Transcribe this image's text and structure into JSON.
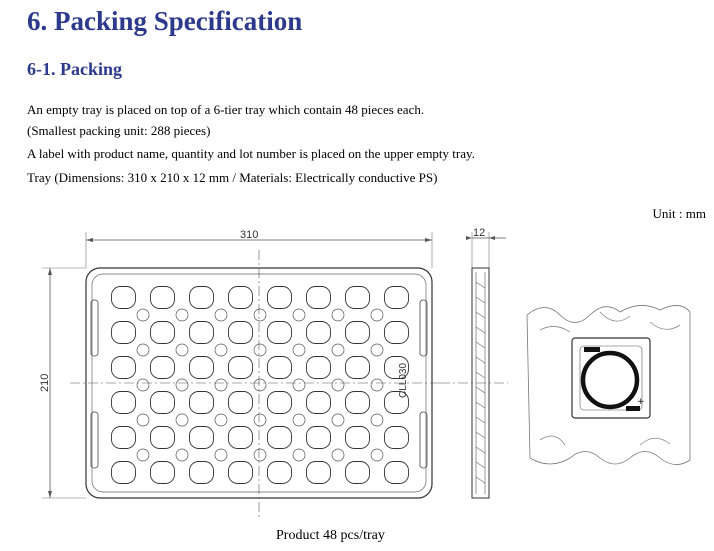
{
  "section_title": "6. Packing Specification",
  "subsection_title": "6-1. Packing",
  "paragraphs": [
    "An empty tray is placed on top of a 6-tier tray which contain 48 pieces each.",
    "(Smallest packing unit: 288 pieces)",
    " A label with product name, quantity and lot number is placed on the upper empty tray.",
    "Tray (Dimensions: 310 x 210 x 12 mm / Materials: Electrically conductive PS)"
  ],
  "unit_label": "Unit : mm",
  "drawing": {
    "width_dim": "310",
    "height_dim": "210",
    "depth_dim": "12",
    "tray_marking": "CLL030"
  },
  "caption": "Product 48 pcs/tray"
}
